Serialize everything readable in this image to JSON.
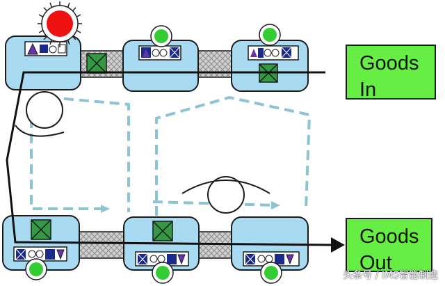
{
  "colors": {
    "cell_fill": "#a8daf2",
    "cell_stroke": "#1a1a1a",
    "conveyor_fill": "#cfcfcf",
    "dashed_flow": "#8dc4d4",
    "goods_fill": "#66ee44",
    "light_green": "#33cc33",
    "light_red": "#ee1111",
    "crate_fill": "#339944",
    "tile_blue": "#1a2a8a",
    "tile_purple": "#6633aa"
  },
  "labels": {
    "goods_in_line1": "Goods",
    "goods_in_line2": "In",
    "goods_out_line1": "Goods",
    "goods_out_line2": "Out"
  },
  "indicators": {
    "top_left_cell": "red-alarm",
    "top_middle_cell": "green",
    "top_right_cell": "green",
    "bottom_left_cell": "green",
    "bottom_middle_cell": "green",
    "bottom_right_cell": "green"
  },
  "watermark": "头条号 / IMS智能制造"
}
